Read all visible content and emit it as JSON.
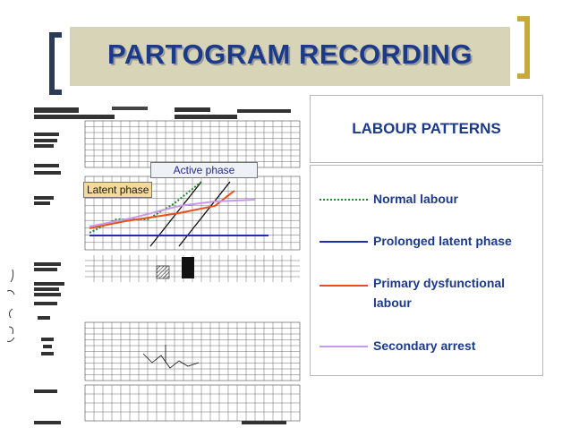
{
  "title": "PARTOGRAM RECORDING",
  "panel_title": "LABOUR PATTERNS",
  "phases": {
    "latent": "Latent phase",
    "active": "Active phase"
  },
  "legend": [
    {
      "label": "Normal labour",
      "color": "#1e8a2e",
      "style": "dotted"
    },
    {
      "label": "Prolonged latent phase",
      "color": "#1f2fb0",
      "style": "solid"
    },
    {
      "label": "Primary dysfunctional labour",
      "color": "#e8501a",
      "style": "solid"
    },
    {
      "label": "Secondary arrest",
      "color": "#c79ae8",
      "style": "solid"
    }
  ],
  "colors": {
    "title": "#1c3a8a",
    "latent_bg": "#f3d99c",
    "bracket_left": "#2b3a55",
    "bracket_right": "#c9a93b"
  }
}
